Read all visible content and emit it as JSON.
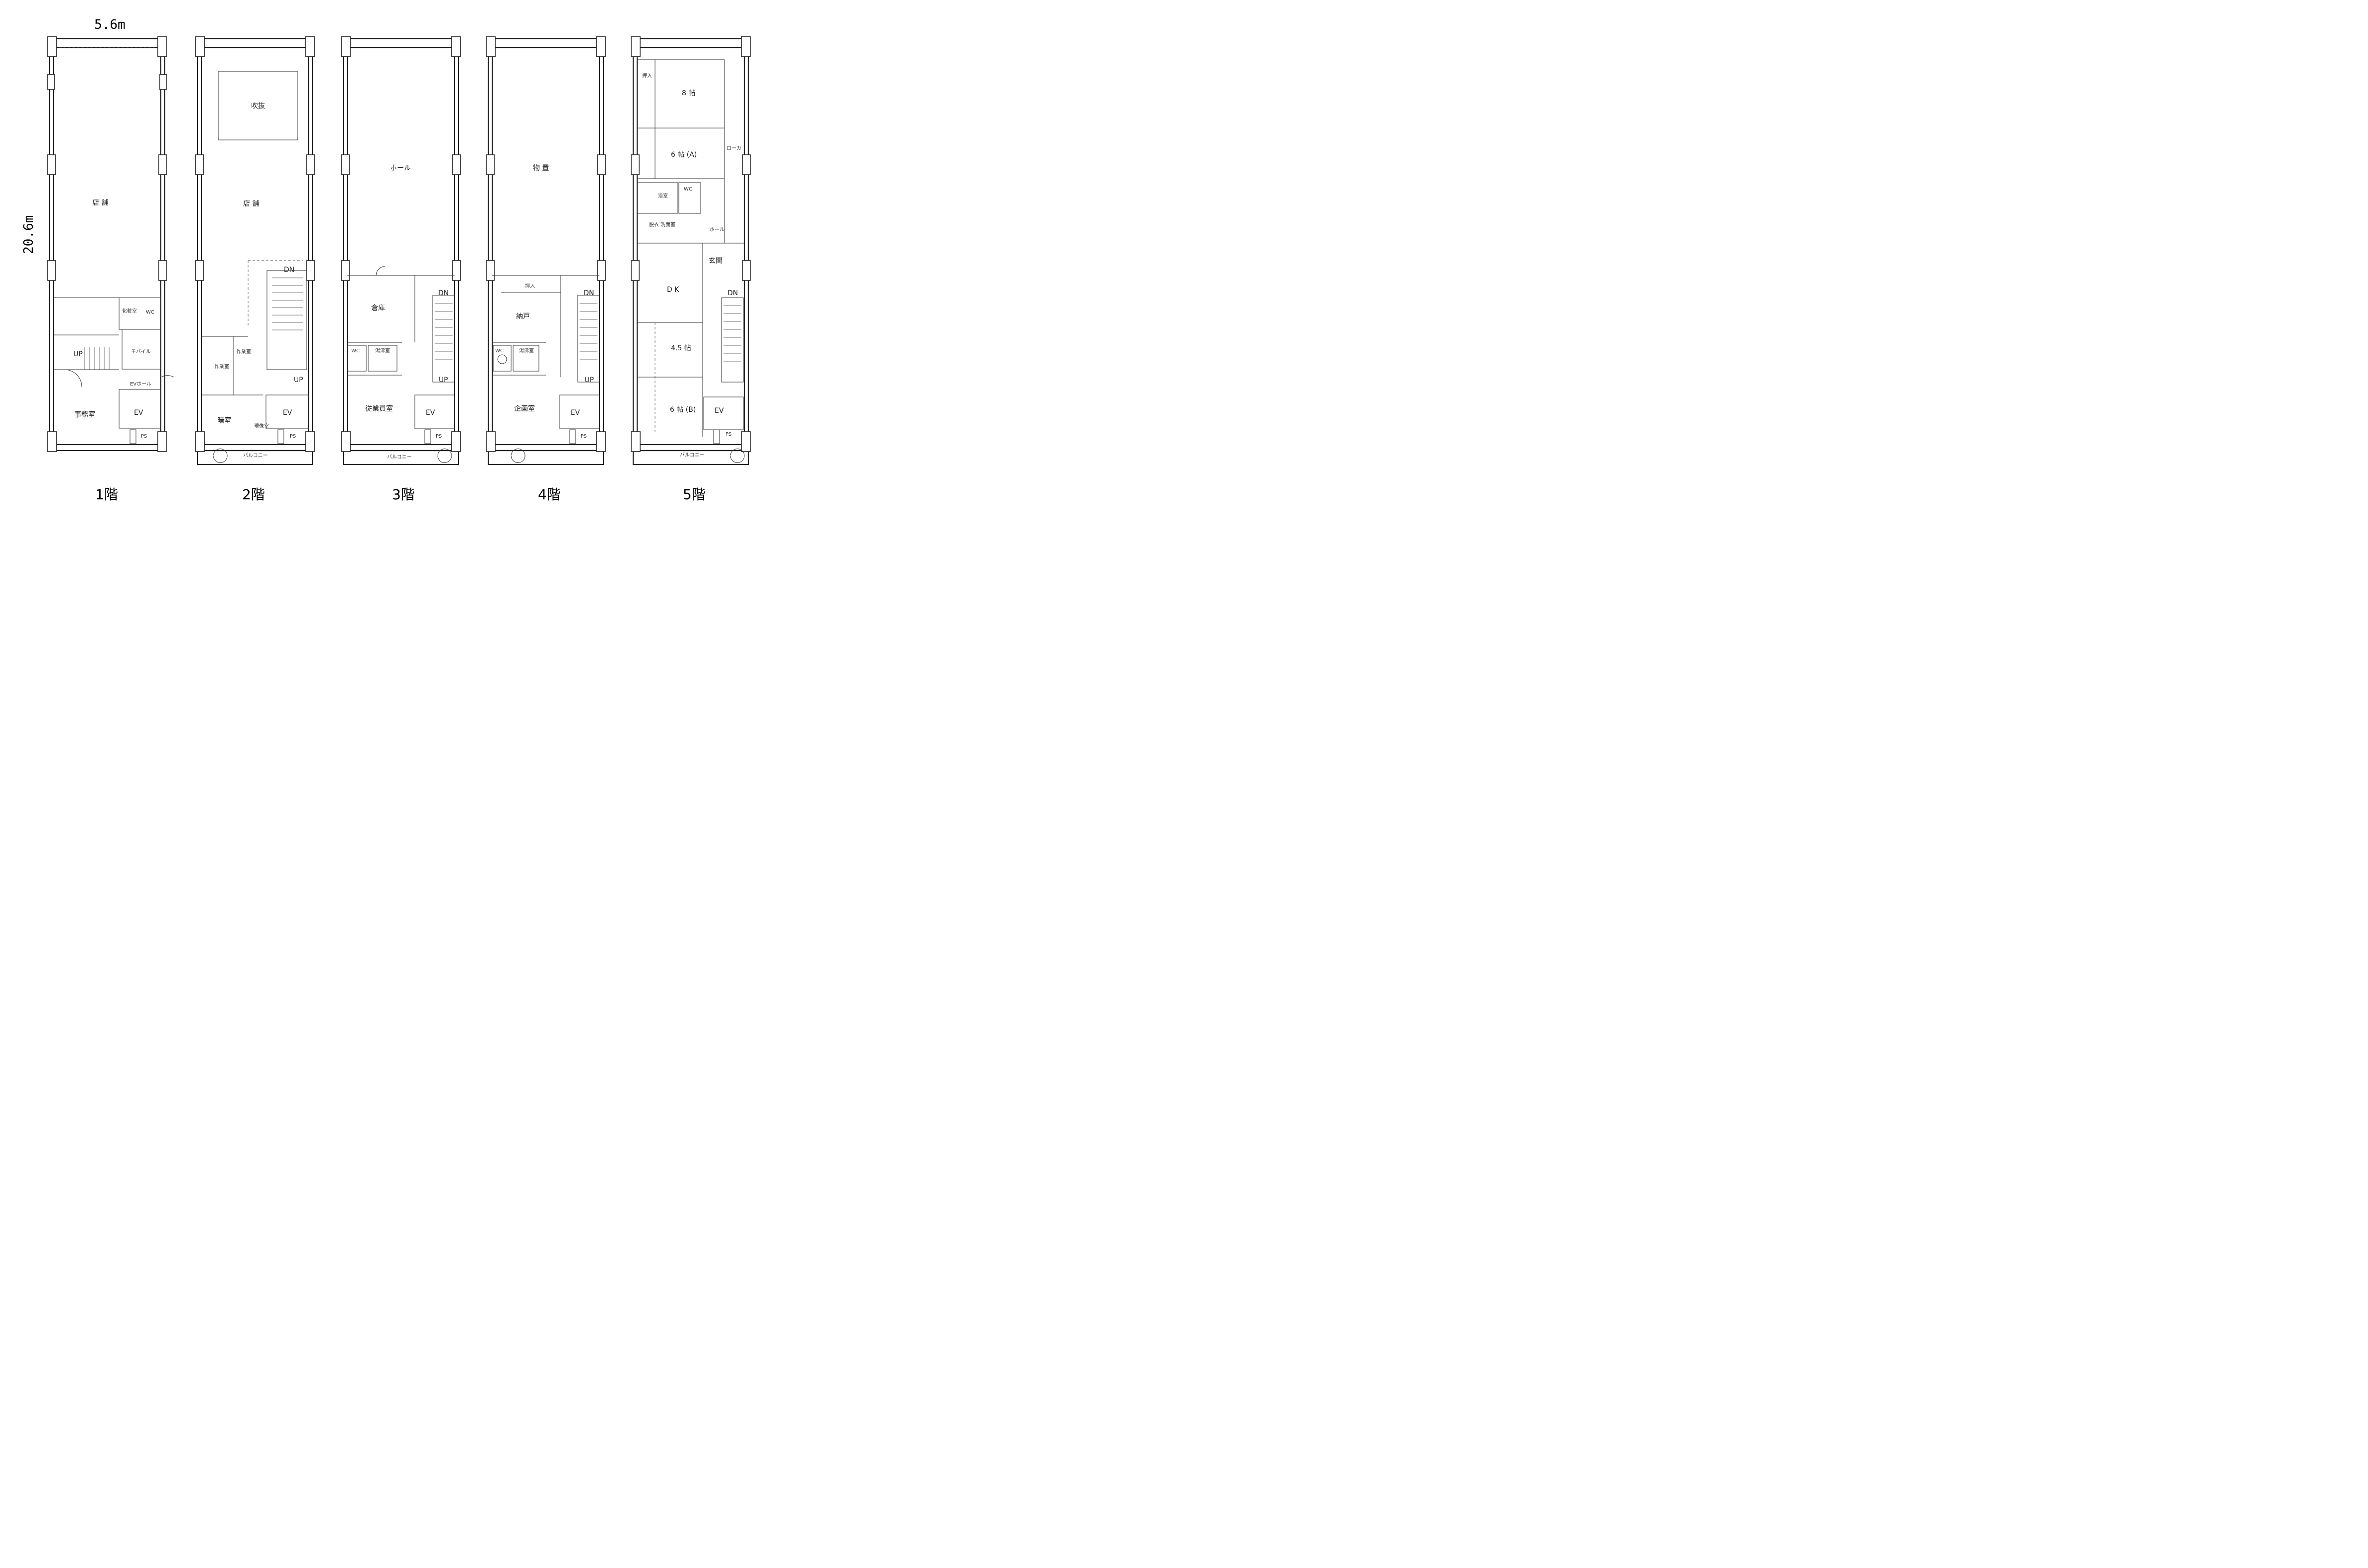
{
  "dimensions": {
    "width": "5.6m",
    "depth": "20.6m"
  },
  "floors": [
    {
      "label": "1階",
      "rooms": {
        "main": "店 舗",
        "toilet": "化粧室",
        "wc": "WC",
        "up": "UP",
        "mobile": "モバイル",
        "ev_hall": "EVホール",
        "office": "事務室",
        "ev": "EV",
        "ps": "PS"
      }
    },
    {
      "label": "2階",
      "rooms": {
        "void": "吹抜",
        "main": "店 舗",
        "work": "作業室",
        "work2": "作業室",
        "dark": "暗室",
        "dn": "DN",
        "up": "UP",
        "ev": "EV",
        "ps": "PS",
        "balcony": "バルコニー",
        "archive": "現像室"
      }
    },
    {
      "label": "3階",
      "rooms": {
        "main": "ホール",
        "storage": "倉庫",
        "wc": "WC",
        "wash": "湯沸室",
        "staff": "従業員室",
        "dn": "DN",
        "up": "UP",
        "ev": "EV",
        "ps": "PS",
        "balcony": "バルコニー"
      }
    },
    {
      "label": "4階",
      "rooms": {
        "main": "物 置",
        "closet": "押入",
        "storage": "納戸",
        "wc": "WC",
        "wash": "湯沸室",
        "planning": "企画室",
        "dn": "DN",
        "up": "UP",
        "ev": "EV",
        "ps": "PS"
      }
    },
    {
      "label": "5階",
      "rooms": {
        "r8": "8 帖",
        "r6a": "6 帖 (A)",
        "bath": "浴室",
        "wc": "WC",
        "wash": "脱衣 洗面室",
        "hall": "ホール",
        "entry": "玄関",
        "dk": "D K",
        "r45": "4.5 帖",
        "r6b": "6 帖 (B)",
        "ev": "EV",
        "ps": "PS",
        "dn": "DN",
        "corridor": "ローカ",
        "closet": "押入",
        "balcony": "バルコニー"
      }
    }
  ]
}
